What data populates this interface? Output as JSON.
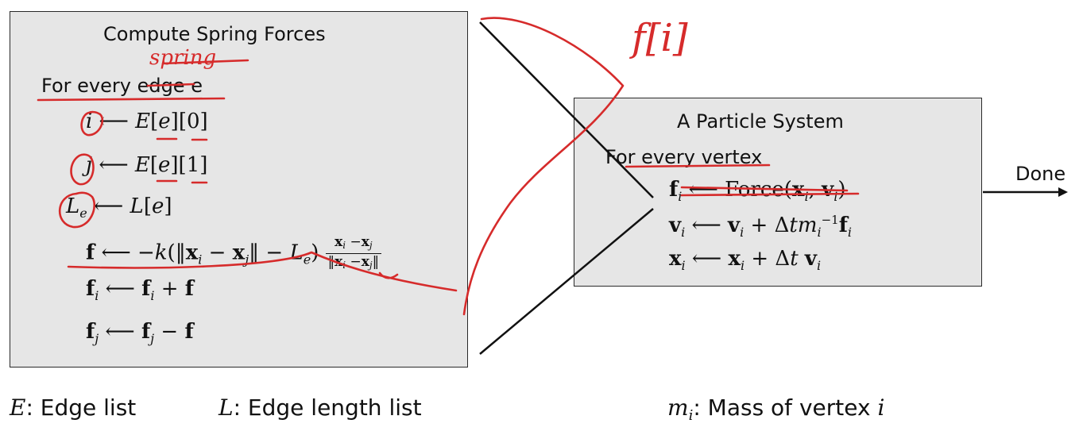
{
  "spring_box": {
    "title": "Compute Spring Forces",
    "loop_prefix": "For every ",
    "loop_word": "edge",
    "loop_suffix": " e"
  },
  "particle_box": {
    "title": "A Particle System",
    "loop_text": "For every vertex"
  },
  "done_label": "Done",
  "legend": {
    "e_symbol": "E",
    "e_text": ": Edge list",
    "l_symbol": "L",
    "l_text": ": Edge length list",
    "m_symbol": "m",
    "m_sub": "i",
    "m_text": ": Mass of vertex ",
    "m_var": "i"
  },
  "annotations": {
    "spring_word": "spring",
    "f_index": "f[i]"
  },
  "colors": {
    "box_fill": "#e6e6e6",
    "annotation": "#d62b2b"
  }
}
